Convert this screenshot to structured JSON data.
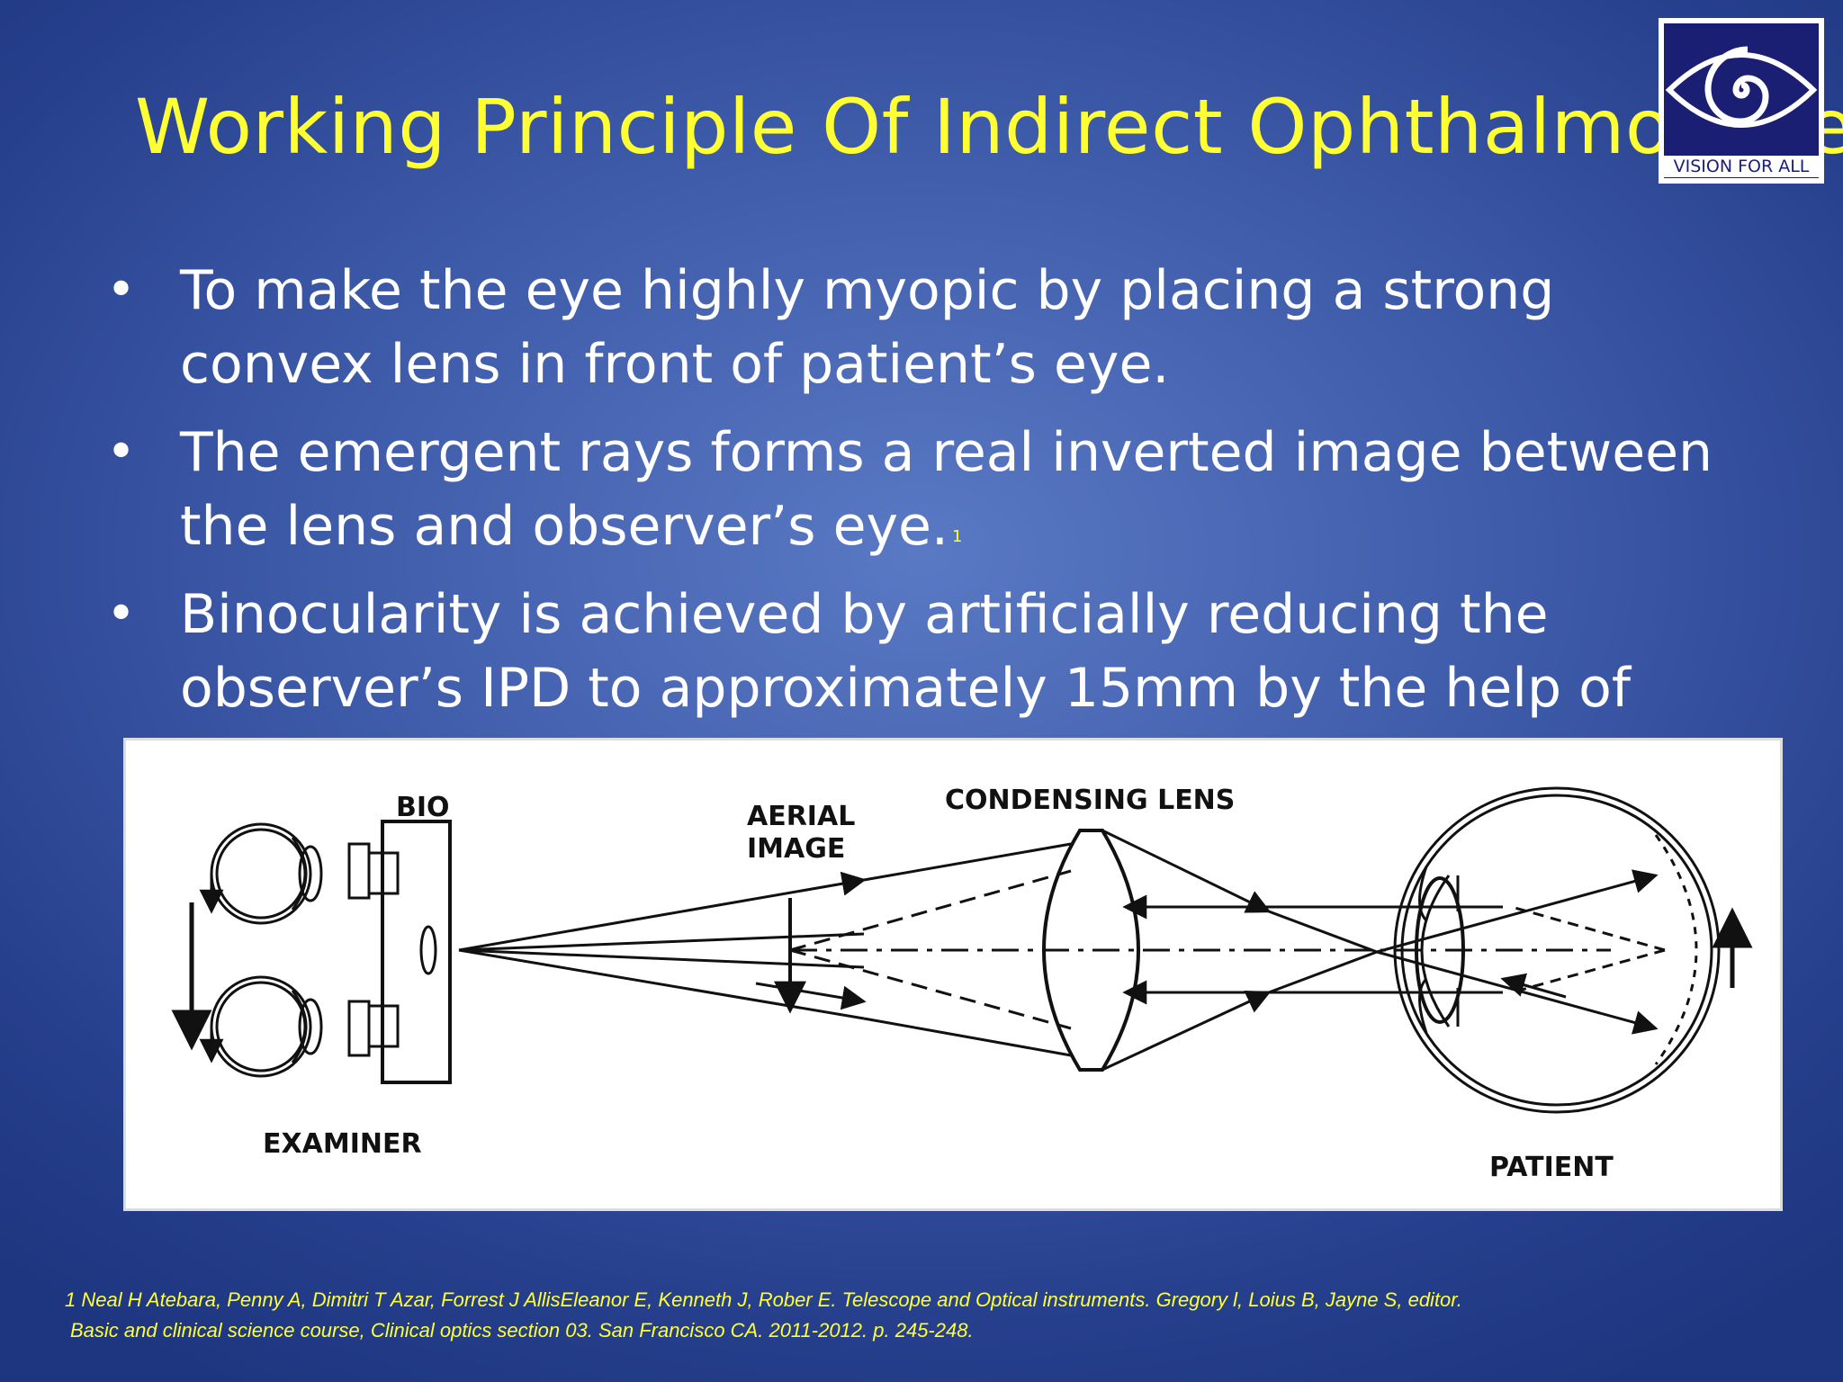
{
  "slide": {
    "title": "Working Principle Of Indirect Ophthalmosope",
    "logo_text": "VISION FOR ALL",
    "bullets": [
      {
        "text": "To make the eye highly myopic by placing a strong convex lens in front of patient’s eye.",
        "sup": ""
      },
      {
        "text": "The emergent rays forms a real inverted image between the lens and observer’s eye.",
        "sup": "1"
      },
      {
        "text": "Binocularity is achieved by artificially reducing the observer’s IPD to approximately 15mm by the help of prisms/mirrors.",
        "sup": ""
      }
    ],
    "citation_line1": "1 Neal H Atebara, Penny A, Dimitri T Azar, Forrest J AllisEleanor E, Kenneth J, Rober E. Telescope and Optical instruments. Gregory l, Loius B, Jayne S, editor.",
    "citation_line2": "Basic and clinical science course, Clinical optics section 03. San Francisco CA. 2011-2012. p. 245-248."
  },
  "diagram": {
    "labels": {
      "bio": "BIO",
      "aerial_image_line1": "AERIAL",
      "aerial_image_line2": "IMAGE",
      "condensing_lens": "CONDENSING LENS",
      "examiner": "EXAMINER",
      "patient": "PATIENT"
    }
  },
  "colors": {
    "title": "#ffff33",
    "body_text": "#ffffff",
    "citation": "#ffff33",
    "background": "#3d5aa8"
  }
}
